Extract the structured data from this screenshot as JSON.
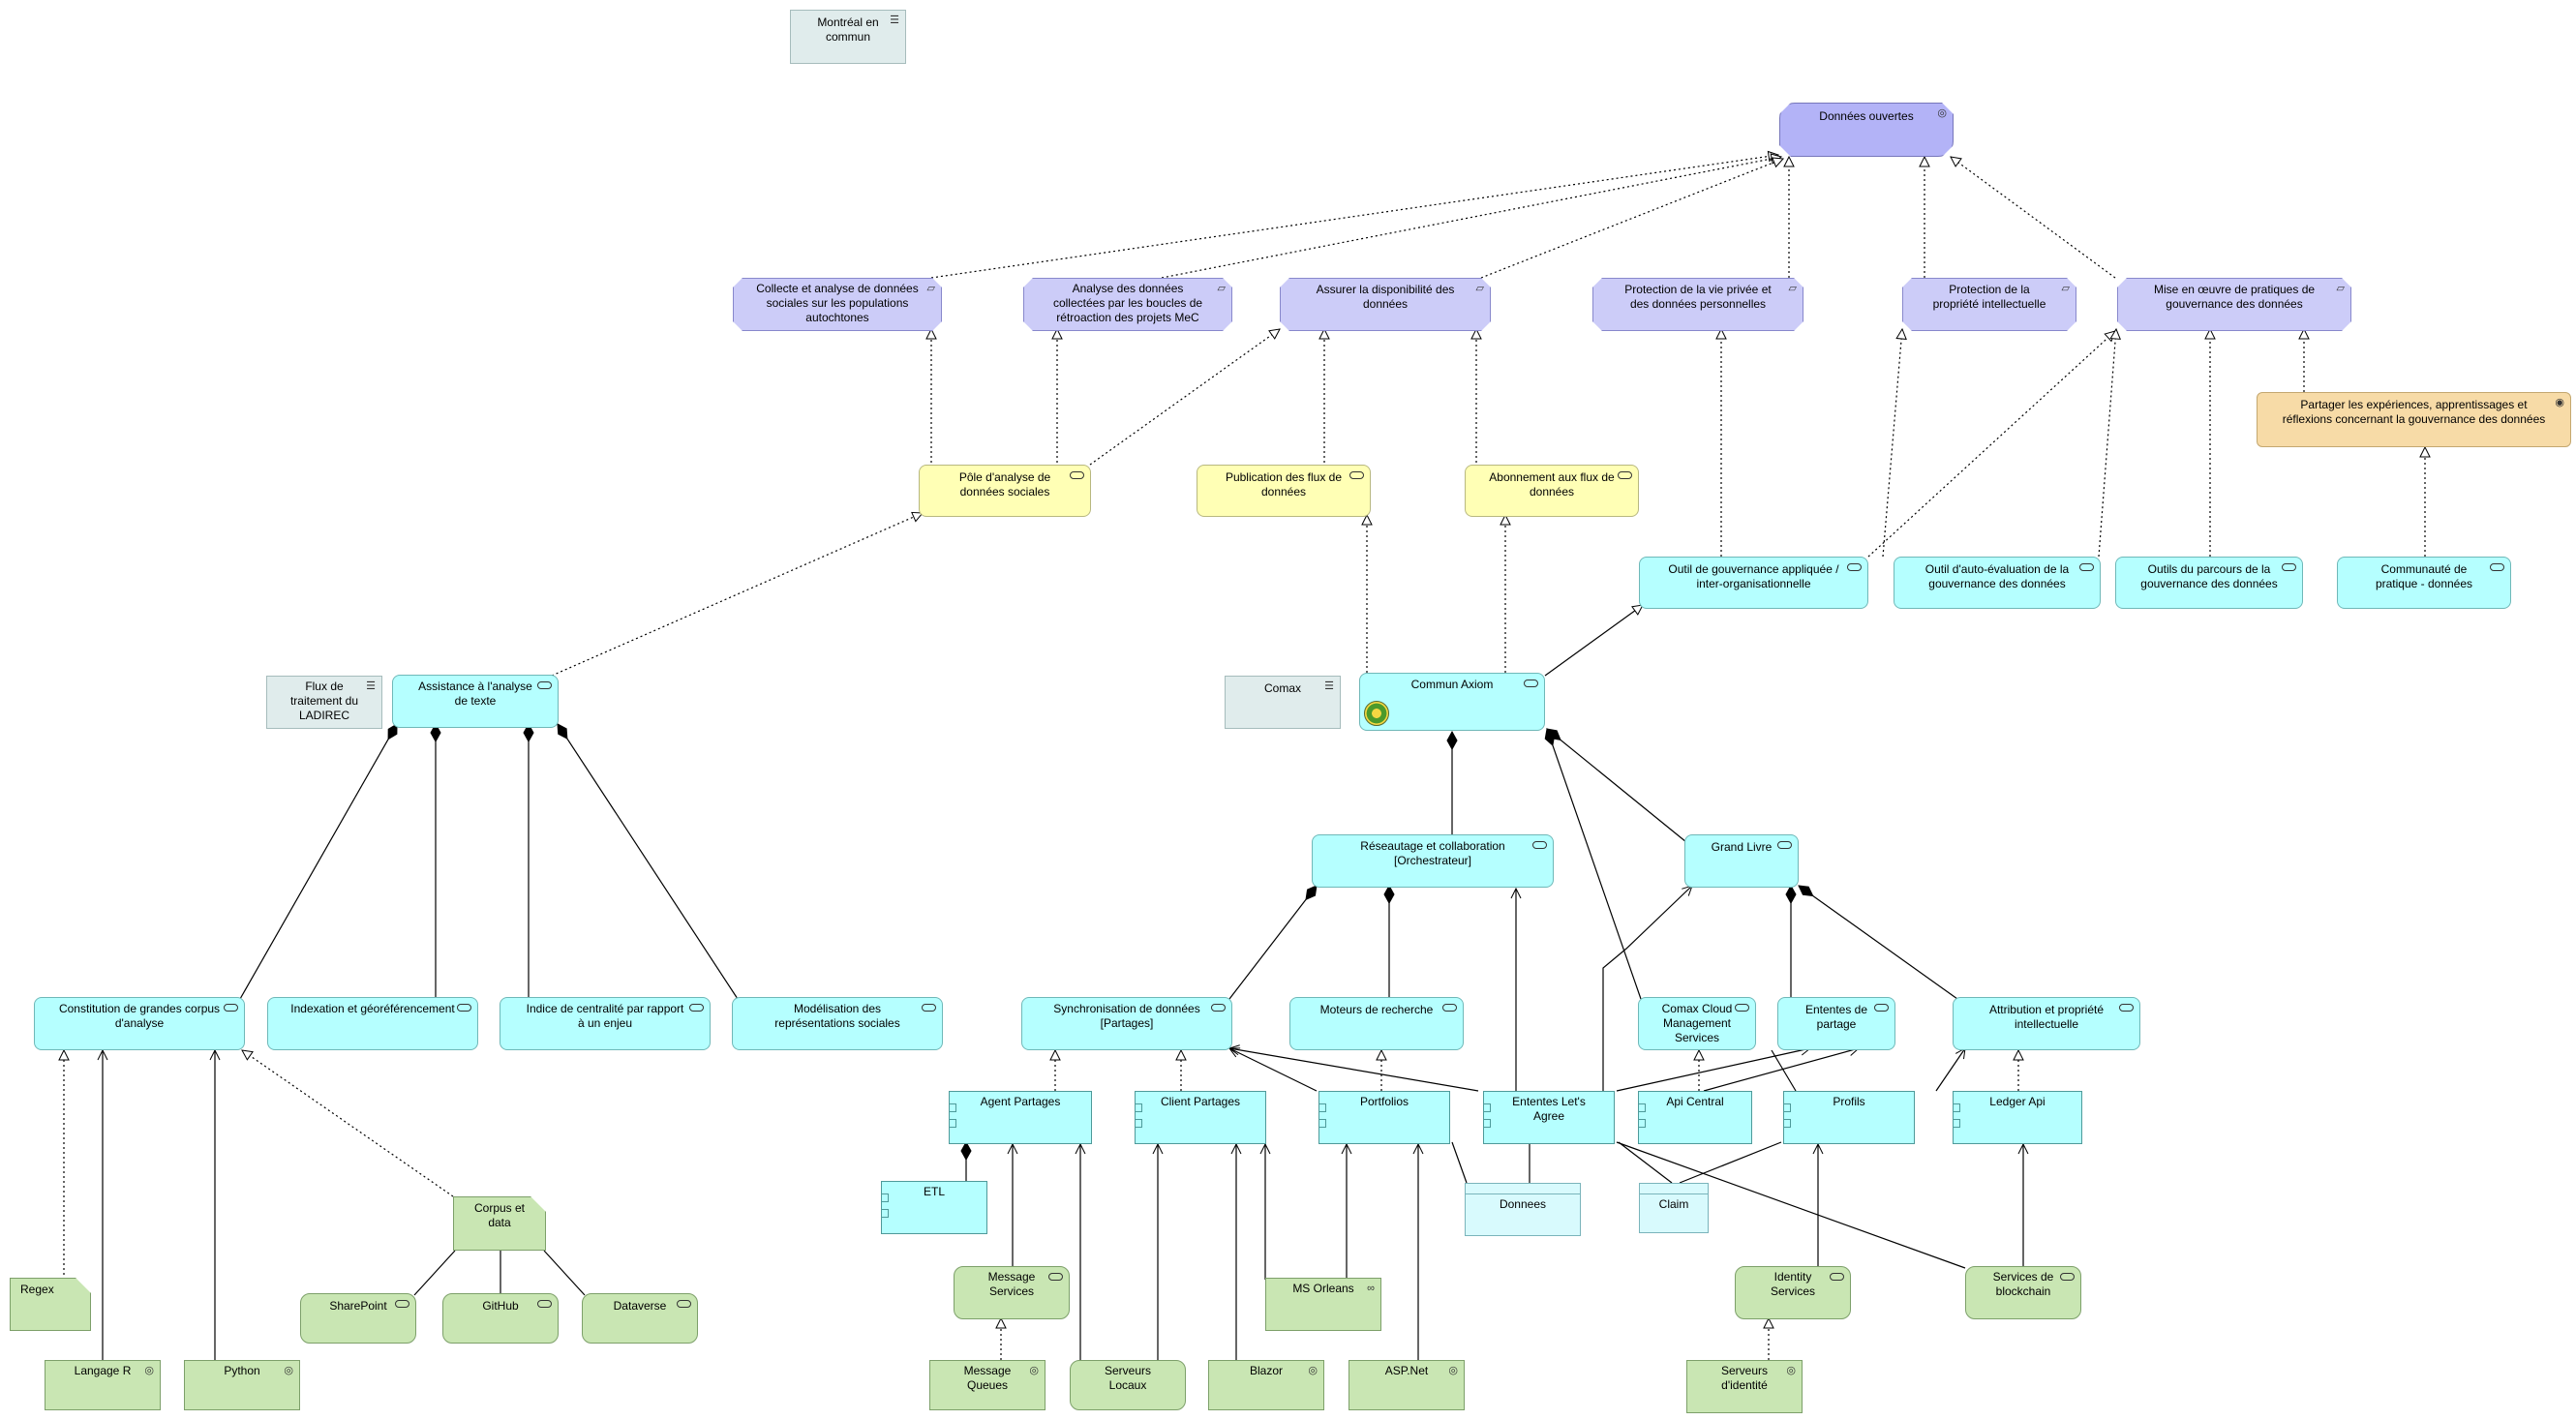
{
  "nodes": {
    "montreal": {
      "label": "Montréal en commun",
      "icon": "grouping-icon"
    },
    "donnees_ouvertes": {
      "label": "Données ouvertes",
      "icon": "goal-icon"
    },
    "req_collecte": {
      "label": "Collecte et analyse de données sociales sur les populations autochtones",
      "icon": "requirement-icon"
    },
    "req_analyse": {
      "label": "Analyse des données collectées par les boucles de rétroaction des projets MeC",
      "icon": "requirement-icon"
    },
    "req_disponibilite": {
      "label": "Assurer la disponibilité des données",
      "icon": "requirement-icon"
    },
    "req_vie_privee": {
      "label": "Protection de la vie privée et des données personnelles",
      "icon": "requirement-icon"
    },
    "req_propriete": {
      "label": "Protection de la propriété intellectuelle",
      "icon": "requirement-icon"
    },
    "req_gouvernance": {
      "label": "Mise en œuvre de pratiques de gouvernance des données",
      "icon": "requirement-icon"
    },
    "partager": {
      "label": "Partager les expériences, apprentissages et réflexions concernant la gouvernance des données",
      "icon": "course-of-action-icon"
    },
    "pole": {
      "label": "Pôle d'analyse de données sociales",
      "icon": "service-icon"
    },
    "publication": {
      "label": "Publication des flux de données",
      "icon": "service-icon"
    },
    "abonnement": {
      "label": "Abonnement aux flux de données",
      "icon": "service-icon"
    },
    "outil_gouv": {
      "label": "Outil de gouvernance appliquée / inter-organisationnelle",
      "icon": "service-icon"
    },
    "outil_auto": {
      "label": "Outil d'auto-évaluation de la gouvernance des données",
      "icon": "service-icon"
    },
    "outils_parcours": {
      "label": "Outils du parcours de la gouvernance des données",
      "icon": "service-icon"
    },
    "communaute": {
      "label": "Communauté de pratique - données",
      "icon": "service-icon"
    },
    "flux_ladirec": {
      "label": "Flux de traitement du LADIREC",
      "icon": "grouping-icon"
    },
    "assistance": {
      "label": "Assistance à l'analyse de texte",
      "icon": "service-icon"
    },
    "comax_group": {
      "label": "Comax",
      "icon": "grouping-icon"
    },
    "commun_axiom": {
      "label": "Commun Axiom",
      "icon": "service-icon"
    },
    "reseautage": {
      "label": "Réseautage et collaboration [Orchestrateur]",
      "icon": "service-icon"
    },
    "grand_livre": {
      "label": "Grand Livre",
      "icon": "service-icon"
    },
    "constitution": {
      "label": "Constitution de grandes corpus d'analyse",
      "icon": "service-icon"
    },
    "indexation": {
      "label": "Indexation et géoréférencement",
      "icon": "service-icon"
    },
    "indice": {
      "label": "Indice de centralité par rapport à un enjeu",
      "icon": "service-icon"
    },
    "modelisation": {
      "label": "Modélisation des représentations sociales",
      "icon": "service-icon"
    },
    "synchronisation": {
      "label": "Synchronisation de données [Partages]",
      "icon": "service-icon"
    },
    "moteurs": {
      "label": "Moteurs de recherche",
      "icon": "service-icon"
    },
    "comax_cloud": {
      "label": "Comax Cloud Management Services",
      "icon": "service-icon"
    },
    "ententes_partage": {
      "label": "Ententes de partage",
      "icon": "service-icon"
    },
    "attribution": {
      "label": "Attribution et propriété intellectuelle",
      "icon": "service-icon"
    },
    "agent_partages": {
      "label": "Agent Partages",
      "icon": "component-icon"
    },
    "client_partages": {
      "label": "Client Partages",
      "icon": "component-icon"
    },
    "portfolios": {
      "label": "Portfolios",
      "icon": "component-icon"
    },
    "ententes_lets": {
      "label": "Ententes Let's Agree",
      "icon": "component-icon"
    },
    "api_central": {
      "label": "Api Central",
      "icon": "component-icon"
    },
    "profils": {
      "label": "Profils",
      "icon": "component-icon"
    },
    "ledger_api": {
      "label": "Ledger Api",
      "icon": "component-icon"
    },
    "etl": {
      "label": "ETL",
      "icon": "component-icon"
    },
    "donnees": {
      "label": "Donnees",
      "icon": "data-object-icon"
    },
    "claim": {
      "label": "Claim",
      "icon": "data-object-icon"
    },
    "corpus": {
      "label": "Corpus et data",
      "icon": "artifact-icon"
    },
    "regex": {
      "label": "Regex",
      "icon": "artifact-icon"
    },
    "sharepoint": {
      "label": "SharePoint",
      "icon": "tech-service-icon"
    },
    "github": {
      "label": "GitHub",
      "icon": "tech-service-icon"
    },
    "dataverse": {
      "label": "Dataverse",
      "icon": "tech-service-icon"
    },
    "langage_r": {
      "label": "Langage R",
      "icon": "system-software-icon"
    },
    "python": {
      "label": "Python",
      "icon": "system-software-icon"
    },
    "message_services": {
      "label": "Message Services",
      "icon": "tech-service-icon"
    },
    "message_queues": {
      "label": "Message Queues",
      "icon": "system-software-icon"
    },
    "serveurs_locaux": {
      "label": "Serveurs Locaux",
      "icon": "tech-service-icon"
    },
    "blazor": {
      "label": "Blazor",
      "icon": "system-software-icon"
    },
    "ms_orleans": {
      "label": "MS Orleans",
      "icon": "collaboration-icon"
    },
    "aspnet": {
      "label": "ASP.Net",
      "icon": "system-software-icon"
    },
    "identity_services": {
      "label": "Identity Services",
      "icon": "tech-service-icon"
    },
    "serveurs_identite": {
      "label": "Serveurs d'identité",
      "icon": "system-software-icon"
    },
    "services_blockchain": {
      "label": "Services de blockchain",
      "icon": "tech-service-icon"
    }
  },
  "colors": {
    "goal": "#b3b3f7",
    "requirement": "#ccccf8",
    "business_service": "#ffffb5",
    "application": "#b5ffff",
    "technology": "#c9e6b3",
    "grouping": "#e0ecec",
    "course_of_action": "#f7dba7"
  }
}
